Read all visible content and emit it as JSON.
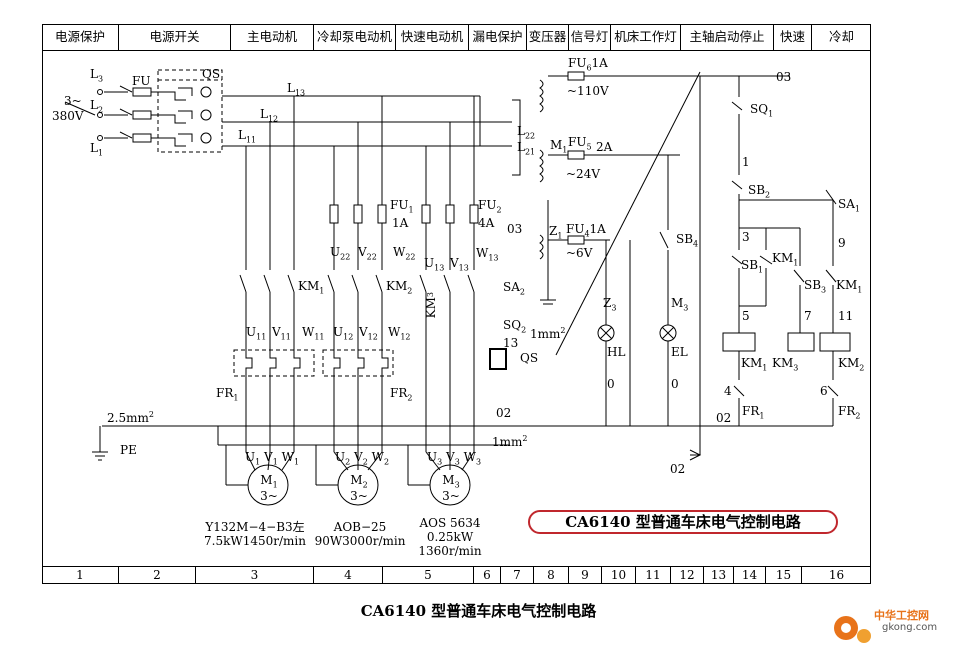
{
  "header": [
    "电源保护",
    "电源开关",
    "主电动机",
    "冷却泵电动机",
    "快速电动机",
    "漏电保护",
    "变压器",
    "信号灯",
    "机床工作灯",
    "主轴启动停止",
    "快速",
    "冷却"
  ],
  "footer": [
    "1",
    "2",
    "3",
    "4",
    "5",
    "6",
    "7",
    "8",
    "9",
    "10",
    "11",
    "12",
    "13",
    "14",
    "15",
    "16"
  ],
  "supply": {
    "phases": "3~",
    "voltage": "380V",
    "L3": "L",
    "L3s": "3",
    "L2": "L",
    "L2s": "2",
    "L1": "L",
    "L1s": "1",
    "fu": "FU",
    "qs": "QS"
  },
  "buses": {
    "l13": "L",
    "l13s": "13",
    "l12": "L",
    "l12s": "12",
    "l11": "L",
    "l11s": "11"
  },
  "labels": {
    "fu6": "FU",
    "fu6s": "6",
    "fu6r": "1A",
    "v110": "~110V",
    "n03a": "03",
    "l22": "L",
    "l22s": "22",
    "l21": "L",
    "l21s": "21",
    "m1": "M",
    "m1s": "1",
    "fu5": "FU",
    "fu5s": "5",
    "fu5r": "2A",
    "v24": "~24V",
    "fu1": "FU",
    "fu1s": "1",
    "fu1r": "1A",
    "fu2": "FU",
    "fu2s": "2",
    "fu2r": "4A",
    "n03b": "03",
    "z1": "Z",
    "z1s": "1",
    "fu4": "FU",
    "fu4s": "4",
    "fu4r": "1A",
    "v6": "~6V",
    "u22": "U",
    "u22s": "22",
    "v22": "V",
    "v22s": "22",
    "w22": "W",
    "w22s": "22",
    "u13": "U",
    "u13s": "13",
    "v13": "V",
    "v13s": "13",
    "w13": "W",
    "w13s": "13",
    "km1a": "KM",
    "km1as": "1",
    "km2a": "KM",
    "km2as": "2",
    "km3a": "KM",
    "km3as": "3",
    "sa2": "SA",
    "sa2s": "2",
    "sq2": "SQ",
    "sq2s": "2",
    "mm1": "1mm",
    "mm1s": "2",
    "n13": "13",
    "qs2": "QS",
    "z3": "Z",
    "z3s": "3",
    "hl": "HL",
    "m3l": "M",
    "m3ls": "3",
    "el": "EL",
    "z0a": "0",
    "z0b": "0",
    "u11": "U",
    "u11s": "11",
    "v11": "V",
    "v11s": "11",
    "w11": "W",
    "w11s": "11",
    "u12": "U",
    "u12s": "12",
    "v12": "V",
    "v12s": "12",
    "w12": "W",
    "w12s": "12",
    "fr1": "FR",
    "fr1s": "1",
    "fr2": "FR",
    "fr2s": "2",
    "n02a": "02",
    "mm25": "2.5mm",
    "mm25s": "2",
    "pe": "PE",
    "mm1b": "1mm",
    "mm1bs": "2",
    "n02b": "02",
    "sq1": "SQ",
    "sq1s": "1",
    "n1": "1",
    "sb2": "SB",
    "sb2s": "2",
    "sa1": "SA",
    "sa1s": "1",
    "sb4": "SB",
    "sb4s": "4",
    "n3": "3",
    "n9": "9",
    "sb1": "SB",
    "sb1s": "1",
    "km1b": "KM",
    "km1bs": "1",
    "sb3": "SB",
    "sb3s": "3",
    "km1c": "KM",
    "km1cs": "1",
    "n5": "5",
    "n7": "7",
    "n11": "11",
    "km1d": "KM",
    "km1ds": "1",
    "km3b": "KM",
    "km3bs": "3",
    "km2b": "KM",
    "km2bs": "2",
    "n4": "4",
    "n6": "6",
    "n02c": "02",
    "fr1b": "FR",
    "fr1bs": "1",
    "fr2b": "FR",
    "fr2bs": "2"
  },
  "motors": [
    {
      "name": "M",
      "sub": "1",
      "phase": "3~",
      "u": "U",
      "us": "1",
      "v": "V",
      "vs": "1",
      "w": "W",
      "ws": "1",
      "model": "Y132M−4−B3左",
      "rating": "7.5kW1450r/min",
      "rating2": ""
    },
    {
      "name": "M",
      "sub": "2",
      "phase": "3~",
      "u": "U",
      "us": "2",
      "v": "V",
      "vs": "2",
      "w": "W",
      "ws": "2",
      "model": "AOB−25",
      "rating": "90W3000r/min",
      "rating2": ""
    },
    {
      "name": "M",
      "sub": "3",
      "phase": "3~",
      "u": "U",
      "us": "3",
      "v": "V",
      "vs": "3",
      "w": "W",
      "ws": "3",
      "model": "AOS 5634",
      "rating": "0.25kW",
      "rating2": "1360r/min"
    }
  ],
  "title_box": "CA6140 型普通车床电气控制电路",
  "caption": "CA6140 型普通车床电气控制电路",
  "logo": {
    "text": "中华工控网",
    "sub": "gkong.com"
  },
  "colors": {
    "title_border": "#c0272d",
    "logo": "#e8731a"
  }
}
